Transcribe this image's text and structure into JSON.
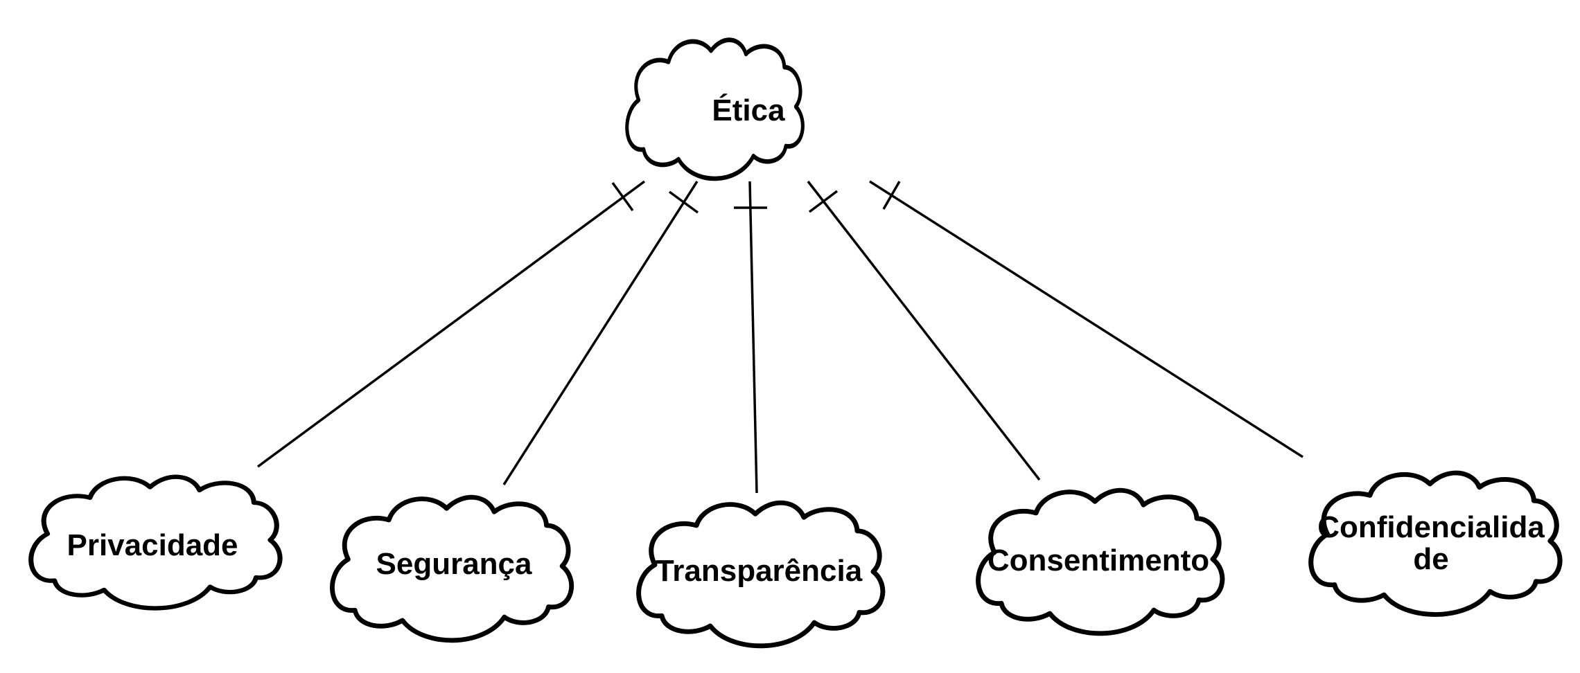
{
  "diagram": {
    "root": {
      "label": "Ética"
    },
    "children": [
      {
        "label": "Privacidade"
      },
      {
        "label": "Segurança"
      },
      {
        "label": "Transparência"
      },
      {
        "label": "Consentimento"
      },
      {
        "label": "Confidencialidade"
      }
    ],
    "colors": {
      "stroke": "#000000",
      "fill": "#ffffff",
      "text": "#000000"
    }
  }
}
